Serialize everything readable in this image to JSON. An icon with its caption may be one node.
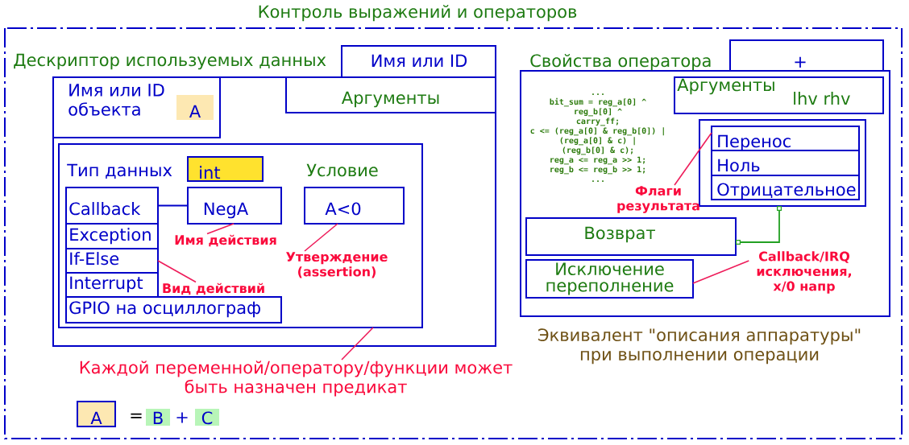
{
  "diagram": {
    "title": "Контроль выражений и операторов",
    "nodes": [
      {
        "text": [
          "Дескриптор используемых данных"
        ]
      },
      {
        "text": [
          "Имя или ID"
        ]
      },
      {
        "text": [
          "Имя или ID объекта"
        ],
        "in": 0
      },
      {
        "text": [
          "A"
        ],
        "in": 2
      },
      {
        "text": [
          "Аргументы"
        ],
        "in": 0
      },
      {
        "text": [],
        "shape": "box",
        "in": 0
      },
      {
        "text": [
          "int"
        ],
        "beside": [
          "Тип данных"
        ],
        "in": 5
      },
      {
        "text": [
          "Callback"
        ],
        "in": 5
      },
      {
        "text": [
          "NegA"
        ],
        "in": 5
      },
      {
        "text": [
          "A<0"
        ],
        "beside": [
          "Условие"
        ],
        "in": 5
      },
      {
        "text": [
          "Exception"
        ],
        "in": 5
      },
      {
        "text": [
          "If-Else"
        ],
        "in": 5
      },
      {
        "text": [
          "Interrupt"
        ],
        "in": 5
      },
      {
        "text": [
          "GPIO на осциллограф"
        ],
        "in": 5
      },
      {
        "text": [
          "Имя действия"
        ],
        "in": 5
      },
      {
        "text": [
          "Вид действий"
        ],
        "in": 5
      },
      {
        "text": [
          "Утверждение (assertion)"
        ],
        "in": 5
      },
      {
        "text": [
          "Каждой переменной/оператору/функции может быть назначен предикат"
        ]
      },
      {
        "text": [
          "A"
        ]
      },
      {
        "text": [
          "B"
        ]
      },
      {
        "text": [
          "C"
        ]
      },
      {
        "text": [
          "Свойства оператора"
        ]
      },
      {
        "text": [
          "+"
        ]
      },
      {
        "text": [
          "Аргументы",
          "lhv rhv"
        ],
        "in": 21
      },
      {
        "text": [],
        "shape": "box",
        "in": 21
      },
      {
        "text": [
          "Перенос"
        ],
        "in": 24
      },
      {
        "text": [
          "Ноль"
        ],
        "in": 24
      },
      {
        "text": [
          "Отрицательное"
        ],
        "in": 24
      },
      {
        "text": [
          "Флаги результата"
        ],
        "in": 21
      },
      {
        "text": [
          "Возврат"
        ],
        "in": 21
      },
      {
        "text": [
          "Исключение переполнение"
        ],
        "in": 21
      },
      {
        "text": [
          "Callback/IRQ исключения, x/0 напр"
        ],
        "in": 21
      }
    ],
    "edges": [
      {
        "from": 7,
        "to": 8,
        "arrow": "none",
        "color": "#0000c8"
      },
      {
        "from": 14,
        "to": 8,
        "arrow": "none"
      },
      {
        "from": 15,
        "to": 11,
        "arrow": "none"
      },
      {
        "from": 16,
        "to": 9,
        "arrow": "none"
      },
      {
        "from": 17,
        "to": 5,
        "arrow": "none"
      },
      {
        "from": 28,
        "to": 25,
        "arrow": "none"
      },
      {
        "from": 24,
        "to": 29,
        "arrow": "other",
        "color": "#22a022"
      },
      {
        "from": 31,
        "to": 30,
        "arrow": "none"
      }
    ],
    "labels": [
      "...",
      "bit_sum = reg_a[0] ^",
      "reg_b[0] ^",
      "carry_ff;",
      "c <= (reg_a[0] & reg_b[0]) |",
      "(reg_a[0] & c) |",
      "(reg_b[0] & c);",
      "reg_a <= reg_a >> 1;",
      "reg_b <= reg_b >> 1;",
      "...",
      "Эквивалент \"описания аппаратуры\" при выполнении операции",
      "=",
      "+"
    ]
  }
}
